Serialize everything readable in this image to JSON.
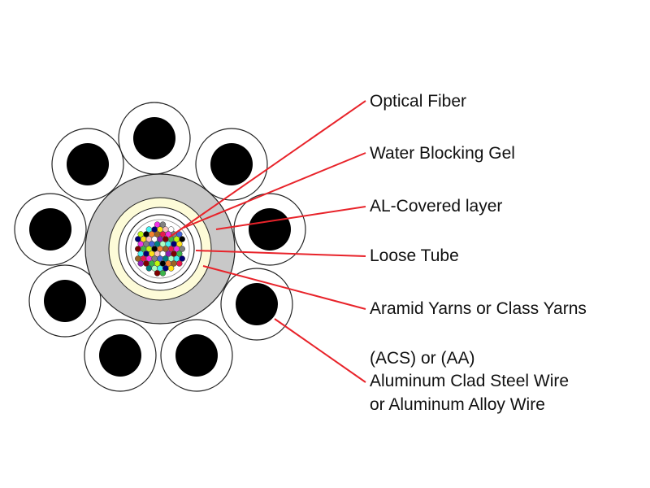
{
  "colors": {
    "outer_wire_ring": "#ffffff",
    "outer_wire_core": "#000000",
    "sheath": "#c8c8c8",
    "al_layer": "#fdfbd8",
    "leader_line": "#e8232a",
    "outline": "#222222"
  },
  "fiber_colors": [
    "#e6194b",
    "#3cb44b",
    "#ffe119",
    "#4363d8",
    "#f58231",
    "#911eb4",
    "#46f0f0",
    "#f032e6",
    "#bcf60c",
    "#fabebe",
    "#008080",
    "#9a6324",
    "#800000",
    "#000075",
    "#808080",
    "#000000",
    "#ffffff",
    "#aaffc3"
  ],
  "labels": {
    "optical_fiber": "Optical Fiber",
    "water_blocking_gel": "Water Blocking Gel",
    "al_covered_layer": "AL-Covered layer",
    "loose_tube": "Loose Tube",
    "aramid_yarns": "Aramid Yarns or Class Yarns",
    "wire_line1": "(ACS)  or (AA)",
    "wire_line2": "Aluminum Clad Steel Wire",
    "wire_line3": "or Aluminum Alloy Wire"
  }
}
